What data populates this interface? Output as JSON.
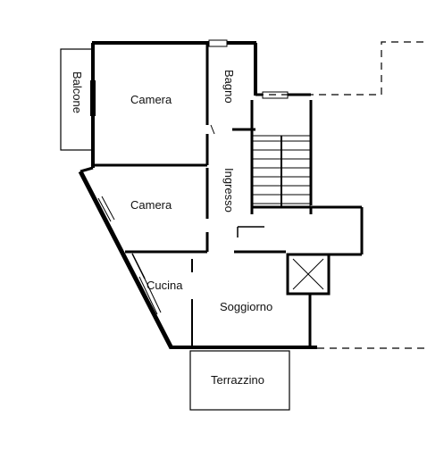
{
  "rooms": {
    "balcone": "Balcone",
    "bagno": "Bagno",
    "camera_1": "Camera",
    "camera_2": "Camera",
    "ingresso": "Ingresso",
    "cucina": "Cucina",
    "soggiorno": "Soggiorno",
    "terrazzino": "Terrazzino"
  },
  "colors": {
    "line": "#000000",
    "background": "#ffffff"
  }
}
